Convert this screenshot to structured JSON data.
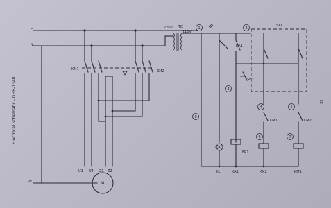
{
  "page": {
    "side_title": "Electrical Schematic - GHB-1340",
    "page_number": "35"
  },
  "lines": {
    "l": "L",
    "n": "N",
    "pe": "PE"
  },
  "transformer": {
    "primary": "220V",
    "name": "TC",
    "secondary": "110V"
  },
  "contactors": {
    "km1": "KM1",
    "km2": "KM2"
  },
  "motor": {
    "name": "M",
    "terminals": [
      "U1",
      "U4",
      "Z1",
      "Z2"
    ]
  },
  "control": {
    "sal": "SAL",
    "ka1": "KA1",
    "sb2": "SB2",
    "fr1": "FR1",
    "km1_contact": "KM1",
    "km2_contact": "KM2",
    "bottom_labels": [
      "HL",
      "KA1",
      "KM2",
      "KM1"
    ]
  },
  "circle_numbers": [
    "1",
    "2",
    "3",
    "4",
    "5",
    "6",
    "7",
    "8"
  ]
}
